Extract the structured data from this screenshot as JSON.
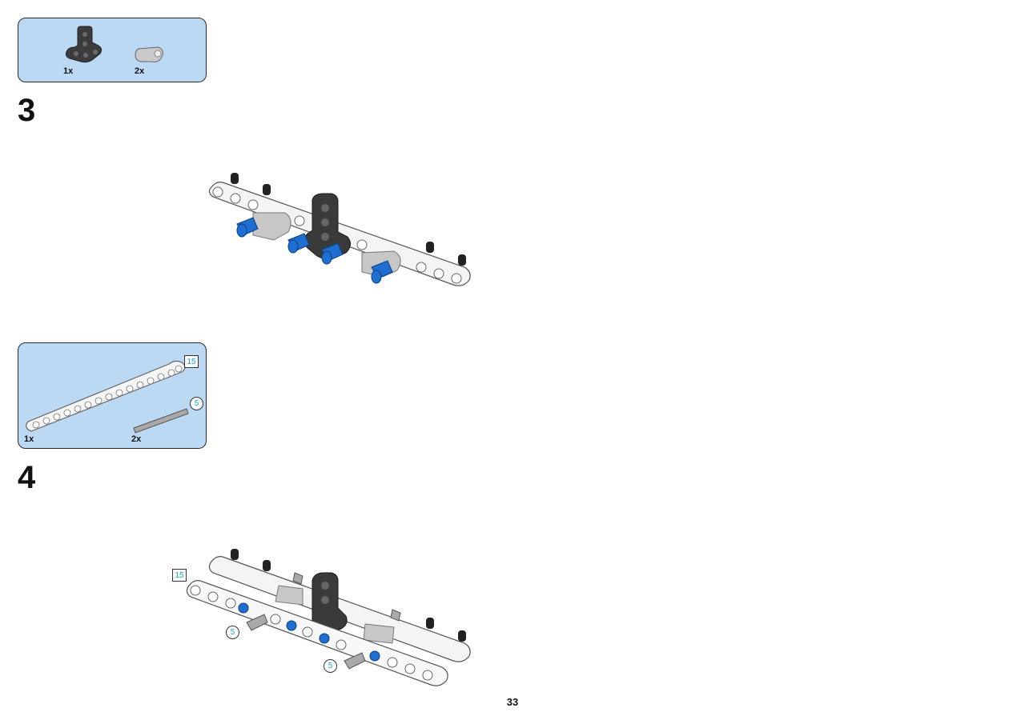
{
  "steps": [
    {
      "number": "3",
      "parts": [
        {
          "name": "t-beam-dark-gray",
          "qty": "1x"
        },
        {
          "name": "connector-light-gray",
          "qty": "2x"
        }
      ]
    },
    {
      "number": "4",
      "parts": [
        {
          "name": "beam-15-white",
          "qty": "1x",
          "callout": "15"
        },
        {
          "name": "axle-5-gray",
          "qty": "2x",
          "callout": "5"
        }
      ],
      "assembly_callouts": {
        "beam": "15",
        "axle_a": "5",
        "axle_b": "5"
      }
    }
  ],
  "page_number": "33",
  "colors": {
    "parts_box_bg": "#bcd9f4",
    "callout_text": "#1aa3c9",
    "blue_pin": "#1f6fd1",
    "dark_gray": "#3a3a3a"
  }
}
